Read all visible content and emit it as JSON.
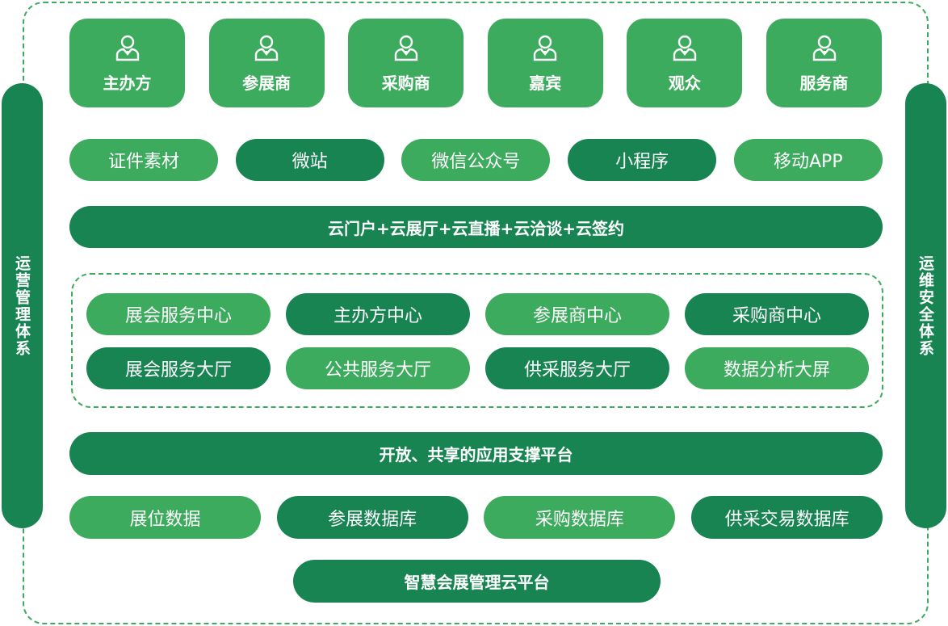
{
  "left_side": "运营管理体系",
  "right_side": "运维安全体系",
  "roles": [
    "主办方",
    "参展商",
    "采购商",
    "嘉宾",
    "观众",
    "服务商"
  ],
  "channels": [
    "证件素材",
    "微站",
    "微信公众号",
    "小程序",
    "移动APP"
  ],
  "cloud_banner": "云门户+云展厅+云直播+云洽谈+云签约",
  "centers": [
    "展会服务中心",
    "主办方中心",
    "参展商中心",
    "采购商中心",
    "展会服务大厅",
    "公共服务大厅",
    "供采服务大厅",
    "数据分析大屏"
  ],
  "platform_banner": "开放、共享的应用支撑平台",
  "databases": [
    "展位数据",
    "参展数据库",
    "采购数据库",
    "供采交易数据库"
  ],
  "base_platform": "智慧会展管理云平台",
  "colors": {
    "light": "#3dab5d",
    "dark": "#178451"
  }
}
